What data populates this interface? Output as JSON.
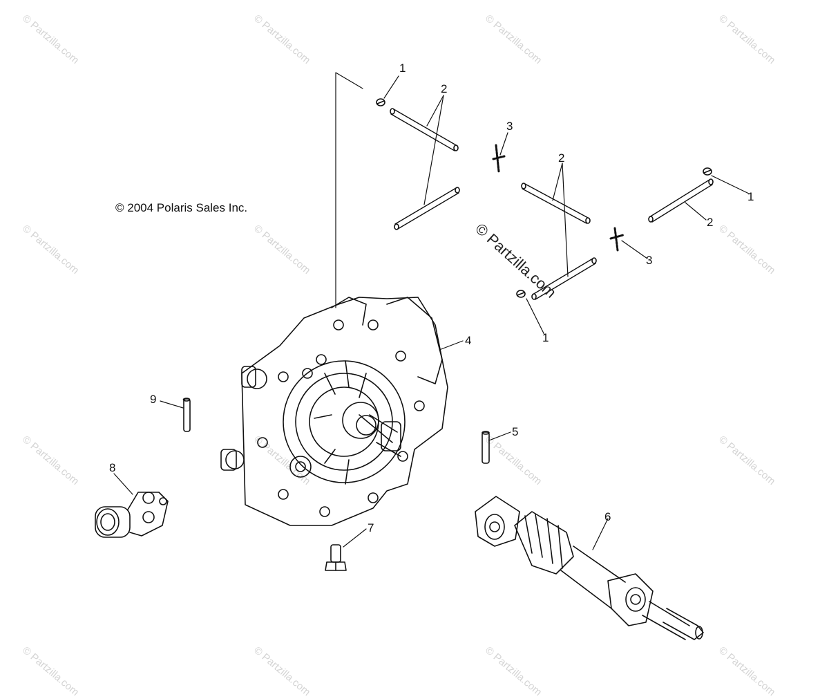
{
  "copyright": "© 2004 Polaris Sales Inc.",
  "watermark": "© Partzilla.com",
  "callouts": {
    "c1a": "1",
    "c1b": "1",
    "c1c": "1",
    "c2a": "2",
    "c2b": "2",
    "c2c": "2",
    "c3a": "3",
    "c3b": "3",
    "c4": "4",
    "c5": "5",
    "c6": "6",
    "c7": "7",
    "c8": "8",
    "c9": "9"
  }
}
